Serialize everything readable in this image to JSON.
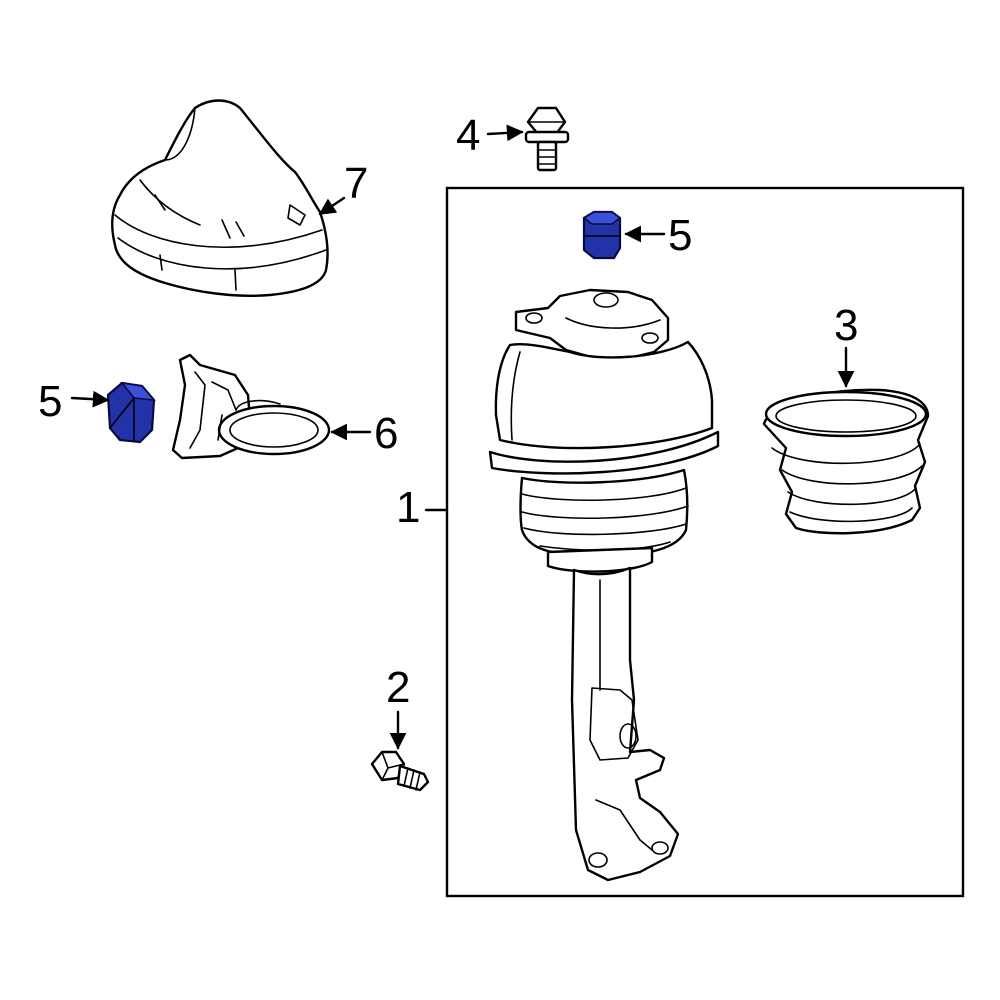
{
  "callouts": [
    {
      "id": "1",
      "label": "1"
    },
    {
      "id": "2",
      "label": "2"
    },
    {
      "id": "3",
      "label": "3"
    },
    {
      "id": "4",
      "label": "4"
    },
    {
      "id": "5a",
      "label": "5"
    },
    {
      "id": "5b",
      "label": "5"
    },
    {
      "id": "6",
      "label": "6"
    },
    {
      "id": "7",
      "label": "7"
    }
  ],
  "colors": {
    "highlight": "#2233aa",
    "line": "#000000",
    "background": "#ffffff"
  }
}
